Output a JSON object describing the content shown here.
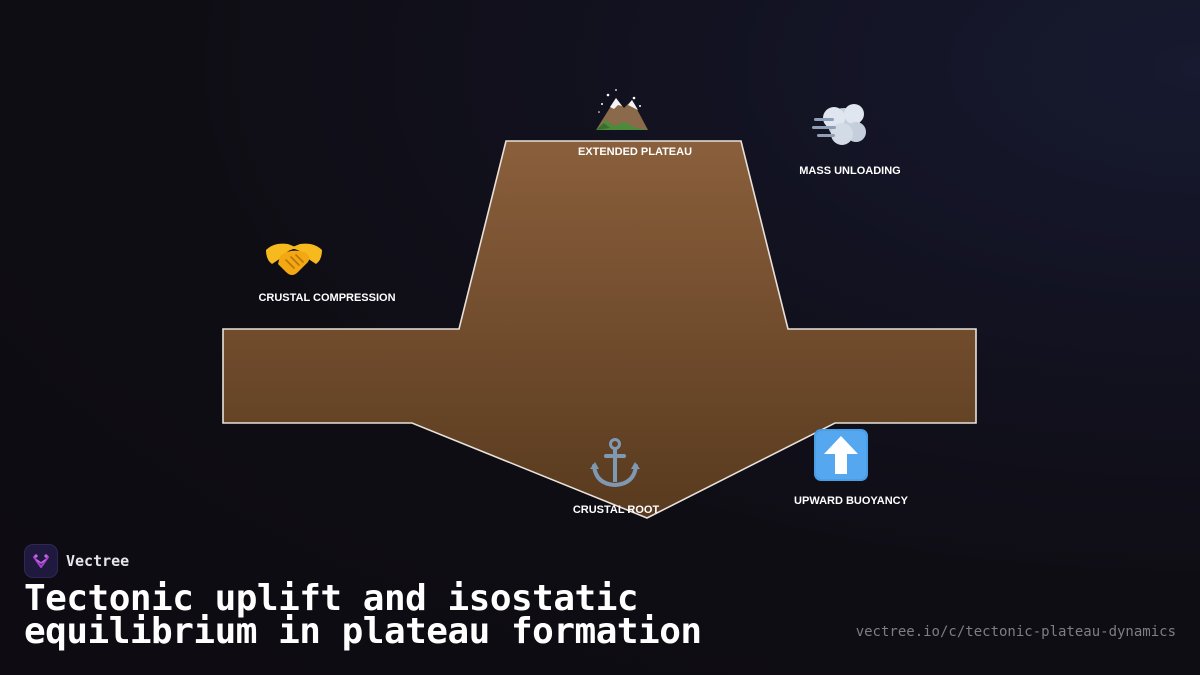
{
  "brand": {
    "name": "Vectree"
  },
  "title": "Tectonic uplift and isostatic equilibrium in plateau formation",
  "url": "vectree.io/c/tectonic-plateau-dynamics",
  "colors": {
    "crust_top": "#8a5f3c",
    "crust_bottom": "#5a3b1f",
    "outline": "#e8e2da",
    "logo_accent": "#a83ed0"
  },
  "labels": {
    "extended_plateau": {
      "text": "EXTENDED PLATEAU",
      "icon": "mountain-icon"
    },
    "mass_unloading": {
      "text": "MASS UNLOADING",
      "icon": "wind-puff-icon"
    },
    "crustal_compression": {
      "text": "CRUSTAL COMPRESSION",
      "icon": "handshake-icon"
    },
    "crustal_root": {
      "text": "CRUSTAL ROOT",
      "icon": "anchor-icon"
    },
    "upward_buoyancy": {
      "text": "UPWARD BUOYANCY",
      "icon": "up-arrow-icon"
    }
  }
}
